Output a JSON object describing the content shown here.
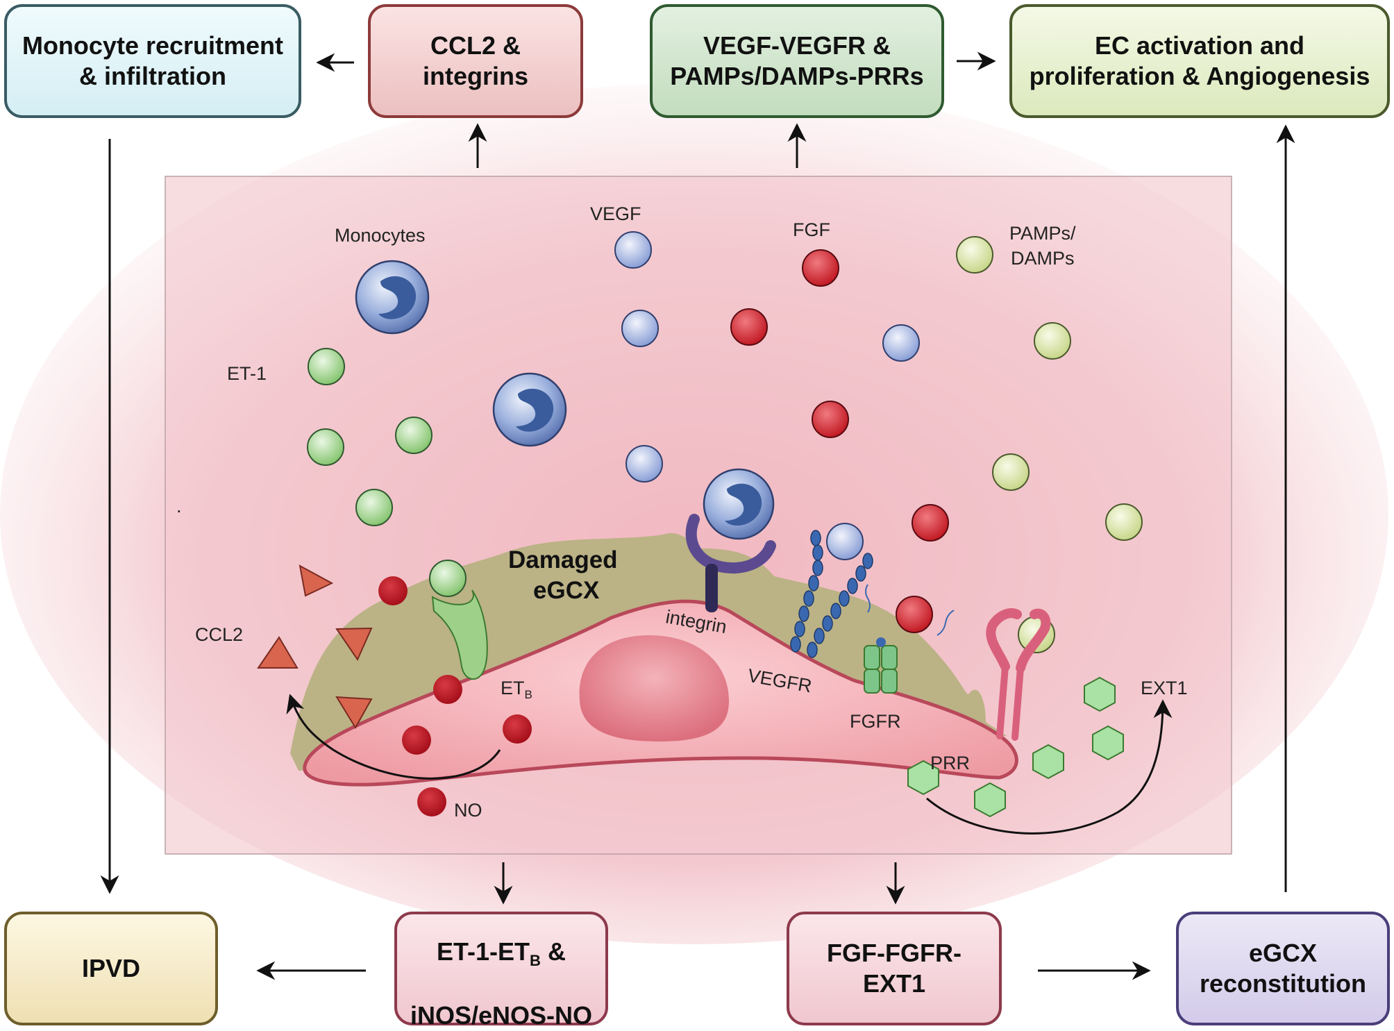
{
  "boxes": {
    "monocyte_recruitment": "Monocyte recruitment\n& infiltration",
    "ccl2_integrins": "CCL2 &\nintegrins",
    "vegf_prr": "VEGF-VEGFR &\nPAMPs/DAMPs-PRRs",
    "ec_activation": "EC activation and\nproliferation & Angiogenesis",
    "ipvd": "IPVD",
    "et1_no_line1_main": "ET-1-ET",
    "et1_no_line1_sub": "B",
    "et1_no_line1_end": " &",
    "et1_no_line2": "iNOS/eNOS-NO",
    "fgf_ext1": "FGF-FGFR-\nEXT1",
    "egcx_reconstitution": "eGCX\nreconstitution"
  },
  "labels": {
    "monocytes": "Monocytes",
    "vegf": "VEGF",
    "fgf": "FGF",
    "pamps_line1": "PAMPs/",
    "pamps_line2": "DAMPs",
    "et1": "ET-1",
    "ccl2": "CCL2",
    "damaged_line1": "Damaged",
    "damaged_line2": "eGCX",
    "integrin": "integrin",
    "vegfr": "VEGFR",
    "fgfr": "FGFR",
    "prr": "PRR",
    "etb_main": "ET",
    "etb_sub": "B",
    "no": "NO",
    "ext1": "EXT1",
    "dot": "."
  },
  "colors": {
    "arrow": "#111111",
    "monocyte": "#8fa6d6",
    "vegf": "#9fb0dd",
    "fgf": "#c8232d",
    "pamps": "#d3df9a",
    "et1": "#9bd08a",
    "ccl2": "#d9654f",
    "no": "#b31521",
    "ext1": "#a9e2a4",
    "glycocalyx": "#b8b582",
    "cell": "#f0a1a8",
    "cell_border": "#b8485a",
    "nucleus": "#e8848f",
    "integrin": "#5b4a8f",
    "vegfr": "#3a68b0",
    "fgfr": "#7ec58a",
    "prr": "#d9607c"
  }
}
